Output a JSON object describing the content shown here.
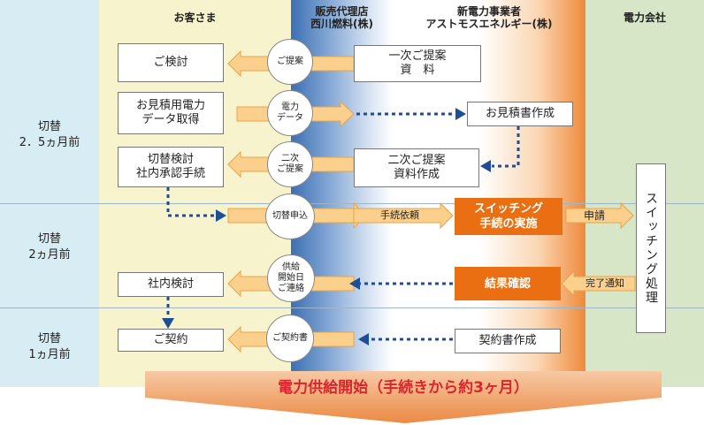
{
  "columns": {
    "customer": "お客さま",
    "dealer_line1": "販売代理店",
    "dealer_line2": "西川燃料(株)",
    "new_line1": "新電力事業者",
    "new_line2": "アストモスエネルギー(株)",
    "power": "電力会社"
  },
  "time_rows": {
    "row1_line1": "切替",
    "row1_line2": "2．5ヵ月前",
    "row2_line1": "切替",
    "row2_line2": "2ヵ月前",
    "row3_line1": "切替",
    "row3_line2": "1ヵ月前"
  },
  "customer_boxes": {
    "review": "ご検討",
    "data_line1": "お見積用電力",
    "data_line2": "データ取得",
    "switch_line1": "切替検討",
    "switch_line2": "社内承認手続",
    "internal": "社内検討",
    "contract": "ご契約"
  },
  "circles": {
    "proposal": "ご提案",
    "power_data_line1": "電力",
    "power_data_line2": "データ",
    "second_line1": "二次",
    "second_line2": "ご提案",
    "switch_apply": "切替申込",
    "supply_line1": "供給",
    "supply_line2": "開始日",
    "supply_line3": "ご連絡",
    "contract_doc": "ご契約書"
  },
  "new_boxes": {
    "first_line1": "一次ご提案",
    "first_line2": "資　料",
    "estimate": "お見積書作成",
    "second_line1": "二次ご提案",
    "second_line2": "資料作成",
    "switching_line1": "スイッチング",
    "switching_line2": "手続の実施",
    "result": "結果確認",
    "contract_make": "契約書作成"
  },
  "arrows": {
    "request": "手続依頼",
    "apply": "申請",
    "done": "完了通知"
  },
  "power_box": "スイッチング処理",
  "banner": "電力供給開始（手続きから約3ヶ月）",
  "colors": {
    "orange": "#e96f12",
    "arrow_fill": "#fbd08c",
    "dot_blue": "#1f4e96",
    "banner_red": "#d8262f"
  }
}
